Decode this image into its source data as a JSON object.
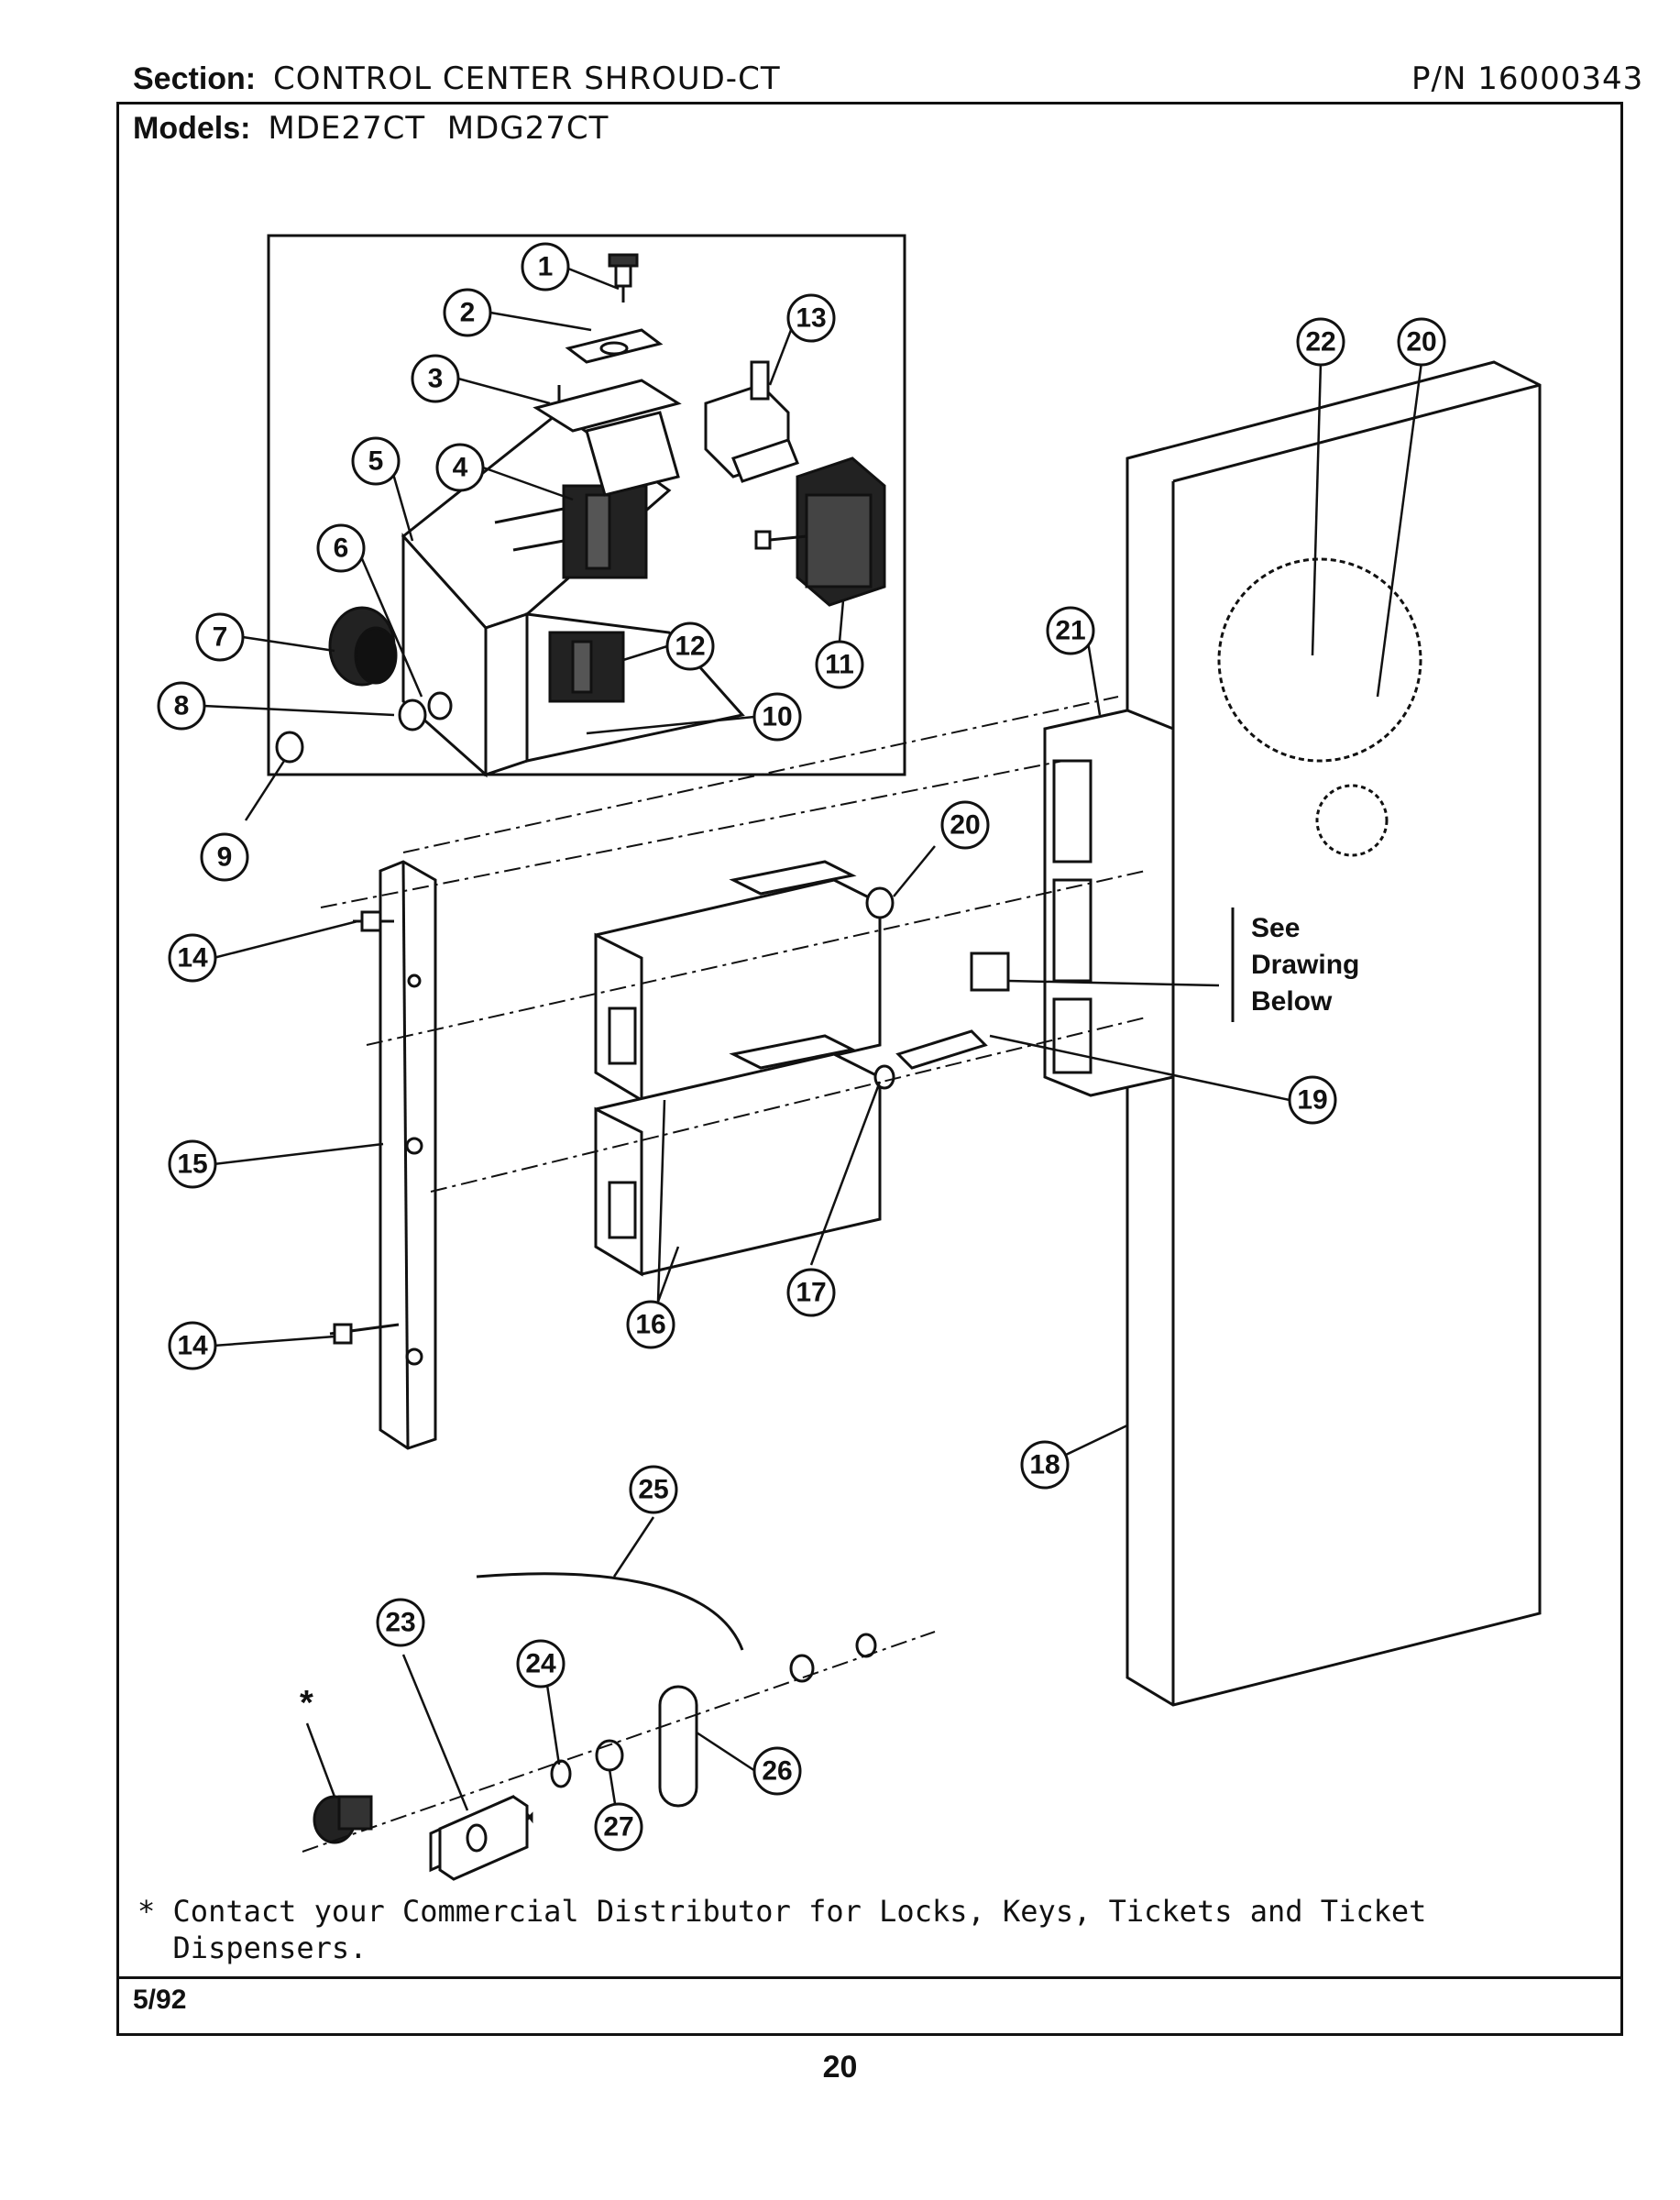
{
  "header": {
    "section_label": "Section:",
    "section_value": "CONTROL CENTER SHROUD-CT",
    "part_number": "P/N 16000343",
    "models_label": "Models:",
    "models_value": "MDE27CT  MDG27CT"
  },
  "see_note": [
    "See",
    "Drawing",
    "Below"
  ],
  "callouts": [
    "1",
    "2",
    "3",
    "4",
    "5",
    "6",
    "7",
    "8",
    "9",
    "10",
    "11",
    "12",
    "13",
    "14",
    "14",
    "15",
    "16",
    "17",
    "18",
    "19",
    "20",
    "20",
    "21",
    "22",
    "23",
    "24",
    "25",
    "26",
    "27"
  ],
  "asterisk": "*",
  "footnote": {
    "line1": "* Contact your Commercial Distributor for Locks, Keys, Tickets and Ticket",
    "line2": "  Dispensers."
  },
  "date": "5/92",
  "page_number": "20"
}
